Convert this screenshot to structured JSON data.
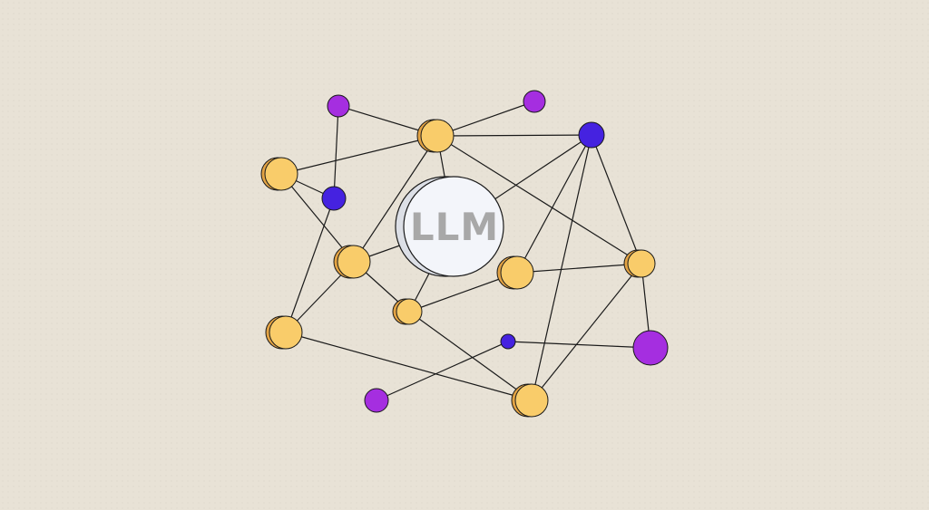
{
  "diagram": {
    "hub_label": "LLM",
    "colors": {
      "background": "#e8e2d6",
      "edge": "#1a1a1a",
      "gold_front": "#f9cc6a",
      "gold_back": "#e3a344",
      "purple": "#a52ee0",
      "blue": "#4522e0",
      "hub_fill": "#f3f5fa",
      "hub_shadow": "#dcdfe6",
      "hub_text": "#a8a8a8"
    },
    "node_types": [
      "gold",
      "purple",
      "blue",
      "hub"
    ]
  }
}
